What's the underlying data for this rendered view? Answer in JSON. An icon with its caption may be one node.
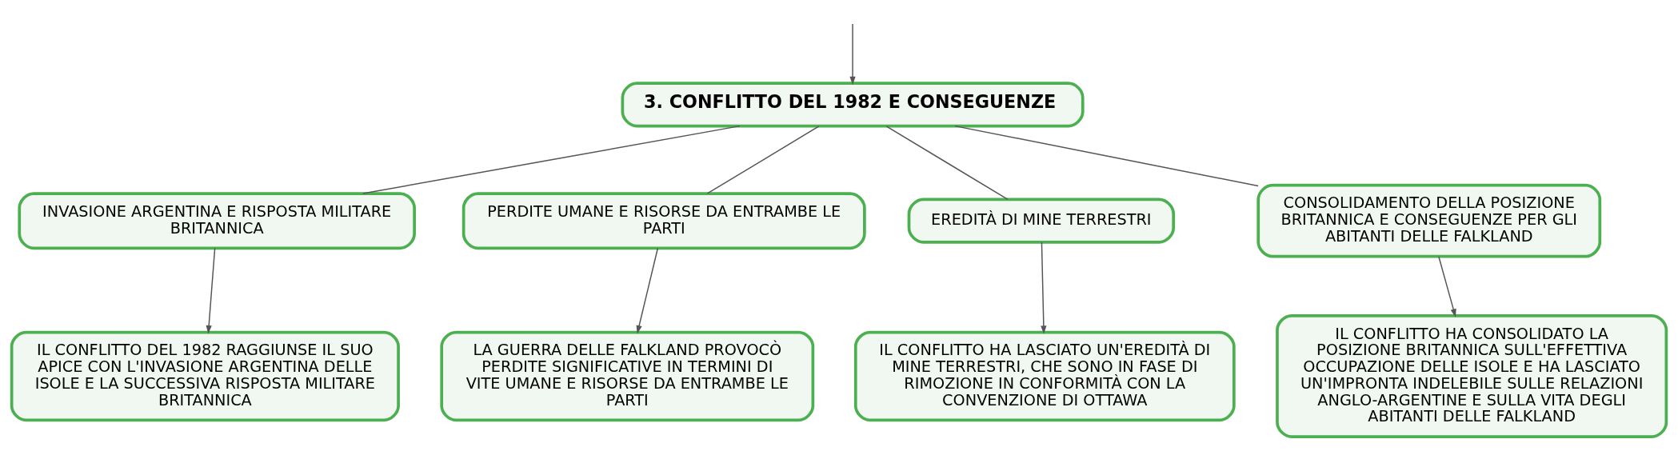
{
  "diagram": {
    "nodes": [
      {
        "text": [
          "3. CONFLITTO DEL 1982 E CONSEGUENZE"
        ]
      },
      {
        "text": [
          "INVASIONE ARGENTINA E RISPOSTA MILITARE BRITANNICA"
        ]
      },
      {
        "text": [
          "PERDITE UMANE E RISORSE DA ENTRAMBE LE PARTI"
        ]
      },
      {
        "text": [
          "EREDITÀ DI MINE TERRESTRI"
        ]
      },
      {
        "text": [
          "CONSOLIDAMENTO DELLA POSIZIONE BRITANNICA E CONSEGUENZE PER GLI ABITANTI DELLE FALKLAND"
        ]
      },
      {
        "text": [
          "IL CONFLITTO DEL 1982 RAGGIUNSE IL SUO APICE CON L'INVASIONE ARGENTINA DELLE ISOLE E LA SUCCESSIVA RISPOSTA MILITARE BRITANNICA"
        ]
      },
      {
        "text": [
          "LA GUERRA DELLE FALKLAND PROVOCÒ PERDITE SIGNIFICATIVE IN TERMINI DI VITE UMANE E RISORSE DA ENTRAMBE LE PARTI"
        ]
      },
      {
        "text": [
          "IL CONFLITTO HA LASCIATO UN'EREDITÀ DI MINE TERRESTRI, CHE SONO IN FASE DI RIMOZIONE IN CONFORMITÀ CON LA CONVENZIONE DI OTTAWA"
        ]
      },
      {
        "text": [
          "IL CONFLITTO HA CONSOLIDATO LA POSIZIONE BRITANNICA SULL'EFFETTIVA OCCUPAZIONE DELLE ISOLE E HA LASCIATO UN'IMPRONTA INDELEBILE SULLE RELAZIONI ANGLO-ARGENTINE E SULLA VITA DEGLI ABITANTI DELLE FALKLAND"
        ]
      }
    ],
    "edges": [
      {
        "from": null,
        "to": 0,
        "arrow": "to"
      },
      {
        "from": 0,
        "to": 1,
        "arrow": "none"
      },
      {
        "from": 0,
        "to": 2,
        "arrow": "none"
      },
      {
        "from": 0,
        "to": 3,
        "arrow": "none"
      },
      {
        "from": 0,
        "to": 4,
        "arrow": "none"
      },
      {
        "from": 1,
        "to": 5,
        "arrow": "to"
      },
      {
        "from": 2,
        "to": 6,
        "arrow": "to"
      },
      {
        "from": 3,
        "to": 7,
        "arrow": "to"
      },
      {
        "from": 4,
        "to": 8,
        "arrow": "to"
      }
    ]
  }
}
